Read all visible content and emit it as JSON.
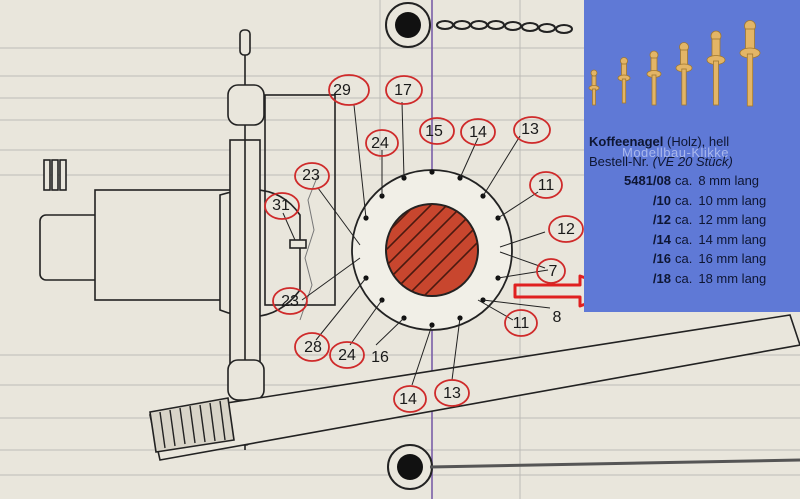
{
  "diagram": {
    "part_numbers": [
      {
        "id": "29",
        "color": "#cf2a2a"
      },
      {
        "id": "17",
        "color": "#cf2a2a"
      },
      {
        "id": "24",
        "color": "#cf2a2a"
      },
      {
        "id": "15",
        "color": "#cf2a2a"
      },
      {
        "id": "14",
        "color": "#cf2a2a"
      },
      {
        "id": "13",
        "color": "#cf2a2a"
      },
      {
        "id": "11",
        "color": "#cf2a2a"
      },
      {
        "id": "12",
        "color": "#cf2a2a"
      },
      {
        "id": "7",
        "color": "#cf2a2a"
      },
      {
        "id": "8",
        "color": "#cf2a2a"
      },
      {
        "id": "11",
        "color": "#cf2a2a"
      },
      {
        "id": "13",
        "color": "#cf2a2a"
      },
      {
        "id": "14",
        "color": "#cf2a2a"
      },
      {
        "id": "16",
        "color": "#1a1a1a"
      },
      {
        "id": "24",
        "color": "#cf2a2a"
      },
      {
        "id": "28",
        "color": "#cf2a2a"
      },
      {
        "id": "23",
        "color": "#cf2a2a"
      },
      {
        "id": "23",
        "color": "#cf2a2a"
      },
      {
        "id": "31",
        "color": "#cf2a2a"
      }
    ],
    "center_hub_color": "#c8462e",
    "arrow_color": "#e02020"
  },
  "catalog": {
    "title_bold": "Koffeenagel",
    "title_rest": " (Holz), hell",
    "order_label": "Bestell-Nr.",
    "order_pack": "(VE 20 Stück)",
    "watermark": "Modellbau-Klikke",
    "rows": [
      {
        "code": "5481/08",
        "prefix": "ca.",
        "length": "8 mm lang"
      },
      {
        "code": "/10",
        "prefix": "ca.",
        "length": "10 mm lang"
      },
      {
        "code": "/12",
        "prefix": "ca.",
        "length": "12 mm lang"
      },
      {
        "code": "/14",
        "prefix": "ca.",
        "length": "14 mm lang"
      },
      {
        "code": "/16",
        "prefix": "ca.",
        "length": "16 mm lang"
      },
      {
        "code": "/18",
        "prefix": "ca.",
        "length": "18 mm lang"
      }
    ],
    "background": "#5f79d6"
  }
}
